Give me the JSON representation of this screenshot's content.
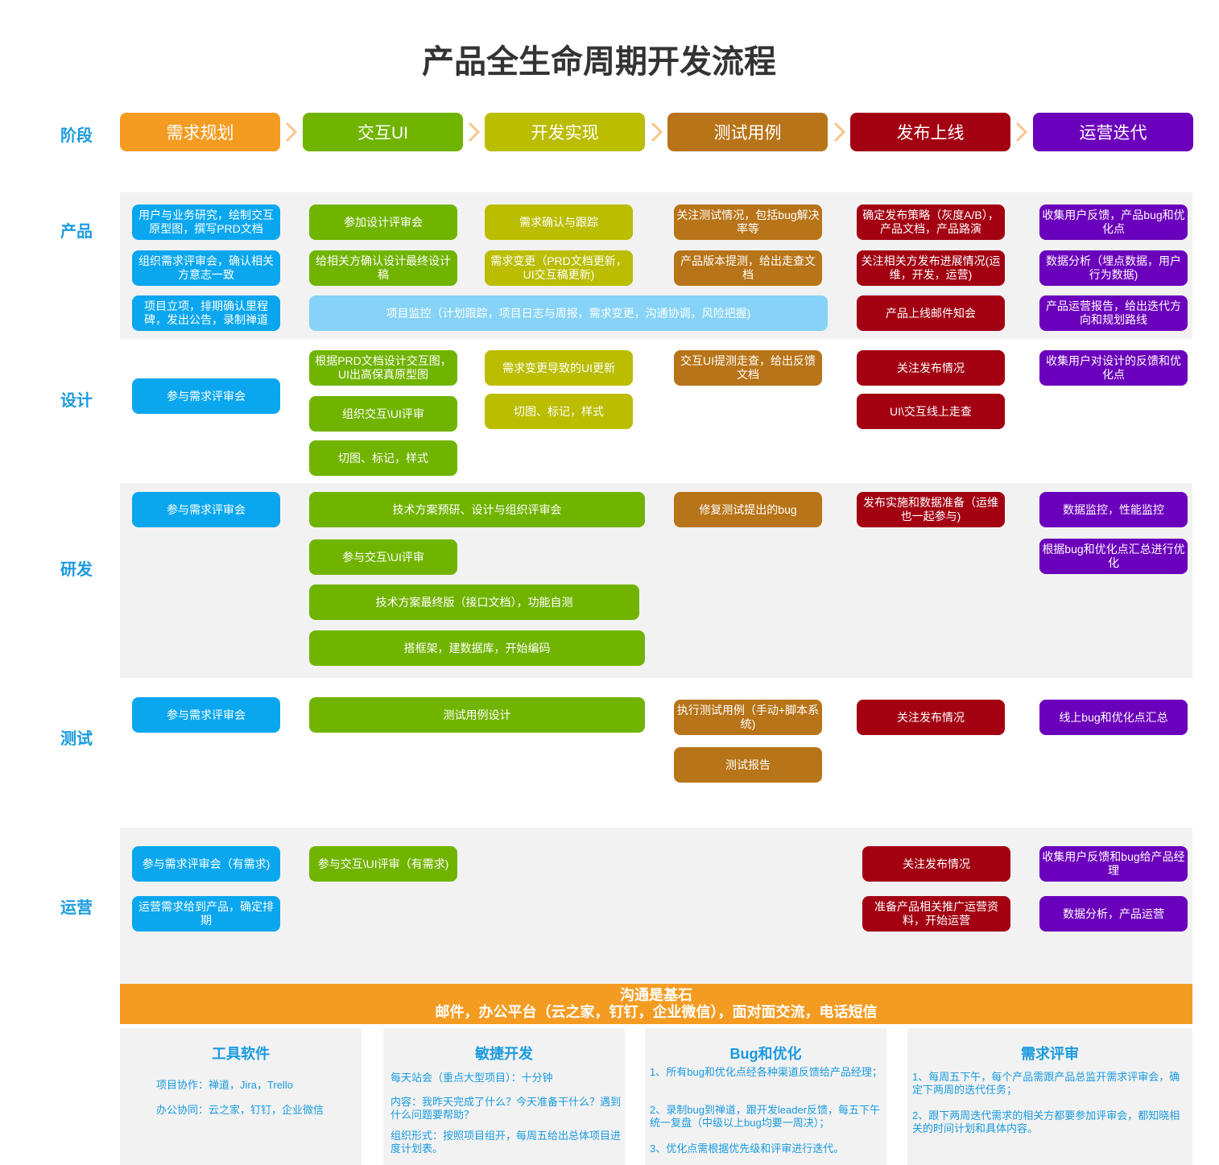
{
  "title": "产品全生命周期开发流程",
  "row_labels": [
    "阶段",
    "产品",
    "设计",
    "研发",
    "测试",
    "运营"
  ],
  "phases": [
    {
      "label": "需求规划",
      "color": "#f49c22"
    },
    {
      "label": "交互UI",
      "color": "#71b400"
    },
    {
      "label": "开发实现",
      "color": "#bbbd00"
    },
    {
      "label": "测试用例",
      "color": "#b87418"
    },
    {
      "label": "发布上线",
      "color": "#a30012"
    },
    {
      "label": "运营迭代",
      "color": "#6b00bc"
    }
  ],
  "product": [
    "用户与业务研究，绘制交互原型图，撰写PRD文档",
    "组织需求评审会，确认相关方意志一致",
    "项目立项，排期确认里程碑，发出公告，录制禅道",
    "参加设计评审会",
    "给相关方确认设计最终设计稿",
    "需求确认与跟踪",
    "需求变更（PRD文档更新，UI交互稿更新)",
    "关注测试情况，包括bug解决率等",
    "产品版本提测，给出走查文档",
    "确定发布策略（灰度A/B），产品文档，产品路演",
    "关注相关方发布进展情况(运维，开发，运营)",
    "产品上线邮件知会",
    "收集用户反馈，产品bug和优化点",
    "数据分析（埋点数据，用户行为数据)",
    "产品运营报告，给出迭代方向和规划路线",
    "项目监控（计划跟踪，项目日志与周报，需求变更，沟通协调，风险把握)"
  ],
  "design": [
    "参与需求评审会",
    "根据PRD文档设计交互图，UI出高保真原型图",
    "组织交互\\UI评审",
    "切图、标记，样式",
    "需求变更导致的UI更新",
    "切图、标记，样式",
    "交互UI提测走查，给出反馈文档",
    "关注发布情况",
    "UI\\交互线上走查",
    "收集用户对设计的反馈和优化点"
  ],
  "dev": [
    "参与需求评审会",
    "技术方案预研、设计与组织评审会",
    "参与交互\\UI评审",
    "技术方案最终版（接口文档），功能自测",
    "搭框架，建数据库，开始编码",
    "修复测试提出的bug",
    "发布实施和数据准备（运维也一起参与)",
    "数据监控，性能监控",
    "根据bug和优化点汇总进行优化"
  ],
  "test": [
    "参与需求评审会",
    "测试用例设计",
    "执行测试用例（手动+脚本系统)",
    "测试报告",
    "关注发布情况",
    "线上bug和优化点汇总"
  ],
  "ops": [
    "参与需求评审会（有需求)",
    "运营需求给到产品，确定排期",
    "参与交互\\UI评审（有需求)",
    "关注发布情况",
    "准备产品相关推广运营资料，开始运营",
    "收集用户反馈和bug给产品经理",
    "数据分析，产品运营"
  ],
  "foundation": {
    "line1": "沟通是基石",
    "line2": "邮件，办公平台（云之家，钉钉，企业微信），面对面交流，电话短信"
  },
  "panels": [
    {
      "title": "工具软件",
      "lines": [
        "项目协作：禅道，Jira，Trello",
        "办公协同：云之家，钉钉，企业微信"
      ]
    },
    {
      "title": "敏捷开发",
      "lines": [
        "每天站会（重点大型项目）：十分钟",
        "内容：我昨天完成了什么？今天准备干什么？遇到什么问题要帮助？",
        "组织形式：按照项目组开，每周五给出总体项目进度计划表。"
      ]
    },
    {
      "title": "Bug和优化",
      "lines": [
        "1、所有bug和优化点经各种渠道反馈给产品经理；",
        "2、录制bug到禅道，跟开发leader反馈，每五下午统一复盘（中级以上bug均要一周决）；",
        "3、优化点需根据优先级和评审进行迭代。"
      ]
    },
    {
      "title": "需求评审",
      "lines": [
        "1、每周五下午，每个产品需跟产品总监开需求评审会，确定下两周的迭代任务；",
        "2、跟下两周迭代需求的相关方都要参加评审会，都知晓相关的时间计划和具体内容。"
      ]
    }
  ]
}
